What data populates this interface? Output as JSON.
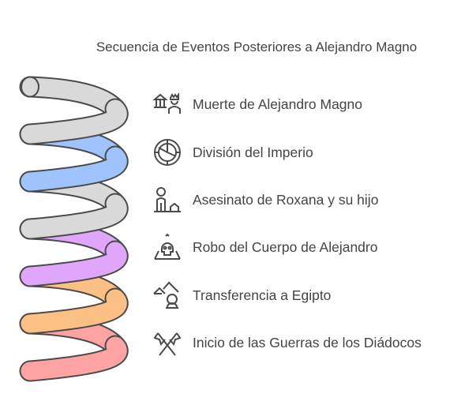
{
  "title": "Secuencia de Eventos Posteriores a Alejandro Magno",
  "colors": {
    "outline": "#4a4a4a",
    "coils": [
      "#d9d9d9",
      "#9fc3fd",
      "#d9d9d9",
      "#e0a6fb",
      "#fdc084",
      "#fda3a3"
    ]
  },
  "items": [
    {
      "label": "Muerte de Alejandro Magno",
      "icon": "temple-king-icon"
    },
    {
      "label": "División del Imperio",
      "icon": "divided-circle-icon"
    },
    {
      "label": "Asesinato de Roxana y su hijo",
      "icon": "person-house-icon"
    },
    {
      "label": "Robo del Cuerpo de Alejandro",
      "icon": "skull-icon"
    },
    {
      "label": "Transferencia a Egipto",
      "icon": "mountains-person-icon"
    },
    {
      "label": "Inicio de las Guerras de los Diádocos",
      "icon": "crossed-flags-icon"
    }
  ]
}
